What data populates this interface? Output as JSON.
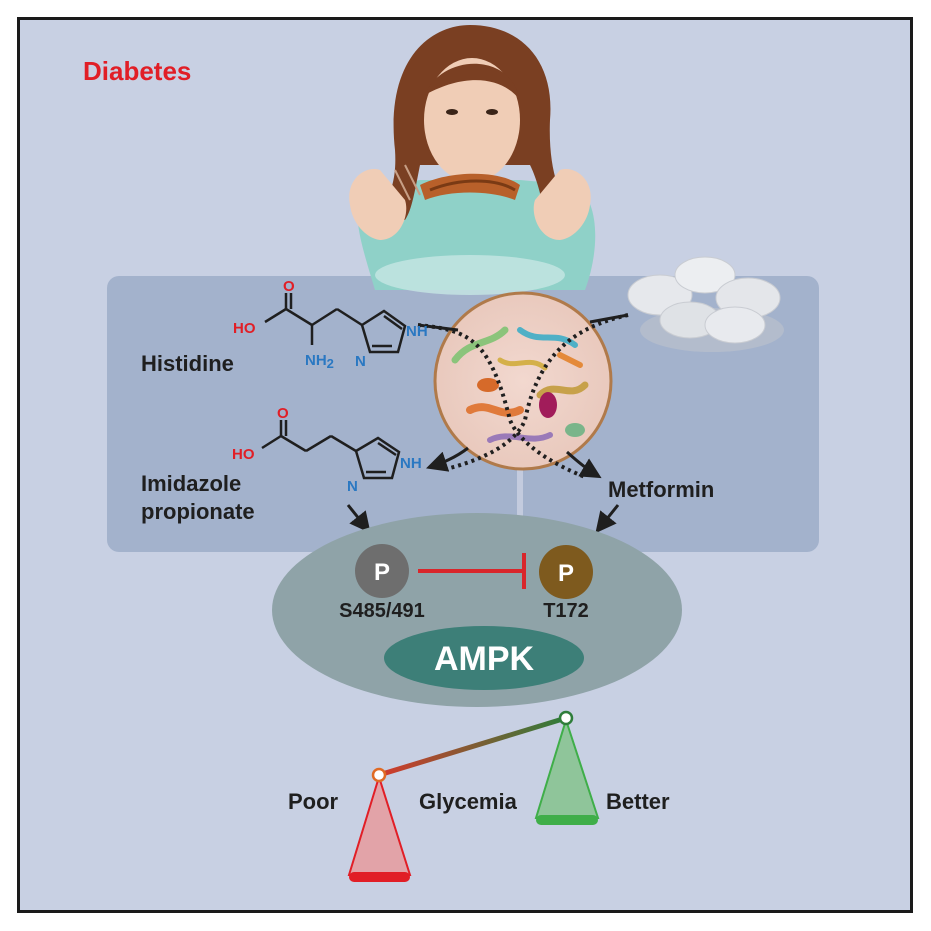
{
  "title": "Diabetes",
  "molecules": {
    "histidine": {
      "name": "Histidine",
      "ho": "HO",
      "o": "O",
      "nh2": "NH",
      "nh2_sub": "2",
      "n": "N",
      "nh": "NH"
    },
    "imidazole": {
      "name_line1": "Imidazole",
      "name_line2": "propionate",
      "ho": "HO",
      "o": "O",
      "n": "N",
      "nh": "NH"
    }
  },
  "drug": {
    "name": "Metformin"
  },
  "ampk": {
    "label": "AMPK",
    "site_inhibitory": {
      "symbol": "P",
      "label": "S485/491",
      "color": "#6e6e6e"
    },
    "site_activating": {
      "symbol": "P",
      "label": "T172",
      "color": "#7e5a1e"
    }
  },
  "balance": {
    "left": "Poor",
    "center": "Glycemia",
    "right": "Better",
    "left_color": "#e11e26",
    "right_color": "#3fae49"
  },
  "colors": {
    "background": "#c8d0e3",
    "panel": "#9fb0cb",
    "ampk_outer": "#8fa3a8",
    "ampk_inner": "#3d7f78",
    "inhibition": "#d9262b"
  }
}
